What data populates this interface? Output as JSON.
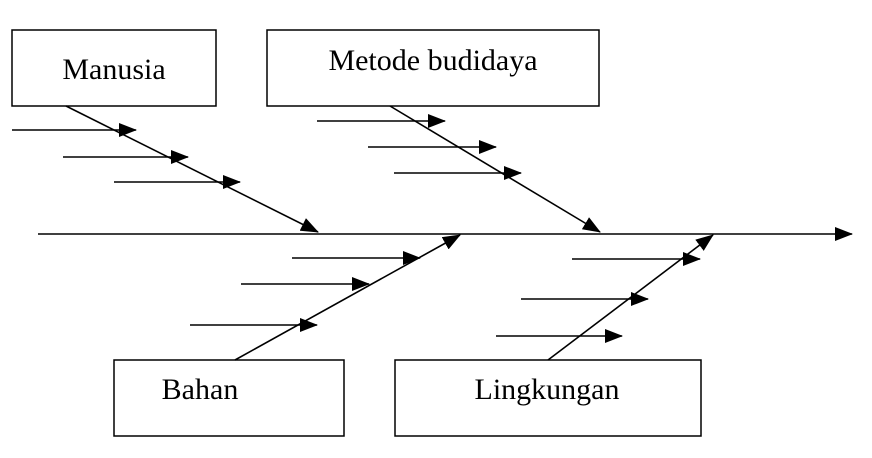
{
  "categories": {
    "manusia": "Manusia",
    "metode": "Metode budidaya",
    "bahan": "Bahan",
    "lingkungan": "Lingkungan"
  },
  "colors": {
    "stroke": "#000000",
    "background": "#ffffff"
  }
}
